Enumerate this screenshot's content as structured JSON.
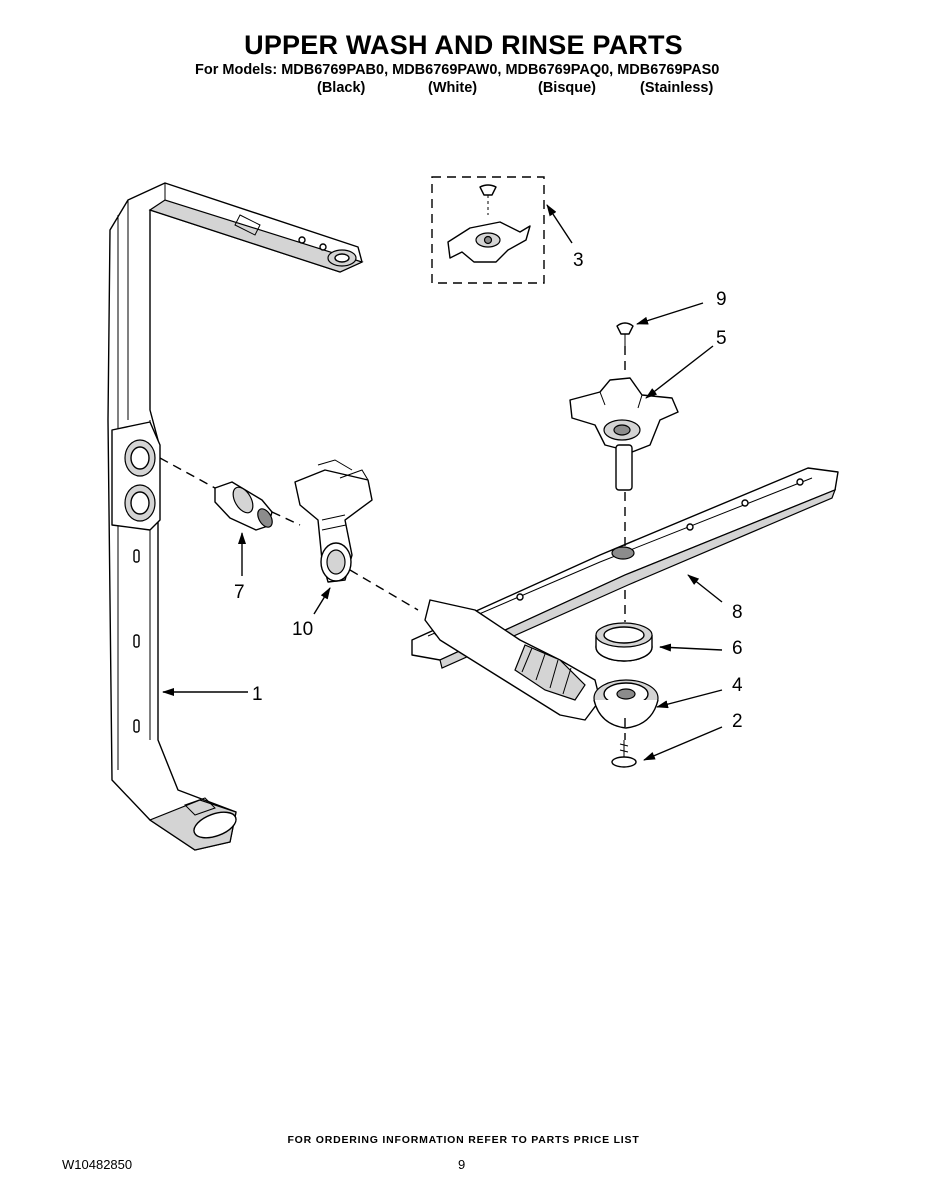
{
  "header": {
    "title": "UPPER WASH AND RINSE PARTS",
    "models": "For Models: MDB6769PAB0, MDB6769PAW0, MDB6769PAQ0, MDB6769PAS0",
    "variants": [
      "(Black)",
      "(White)",
      "(Bisque)",
      "(Stainless)"
    ]
  },
  "callouts": [
    "1",
    "2",
    "3",
    "4",
    "5",
    "6",
    "7",
    "8",
    "9",
    "10"
  ],
  "footer": {
    "ordering_note": "FOR ORDERING INFORMATION REFER TO PARTS PRICE LIST",
    "document_number": "W10482850",
    "page_number": "9"
  }
}
